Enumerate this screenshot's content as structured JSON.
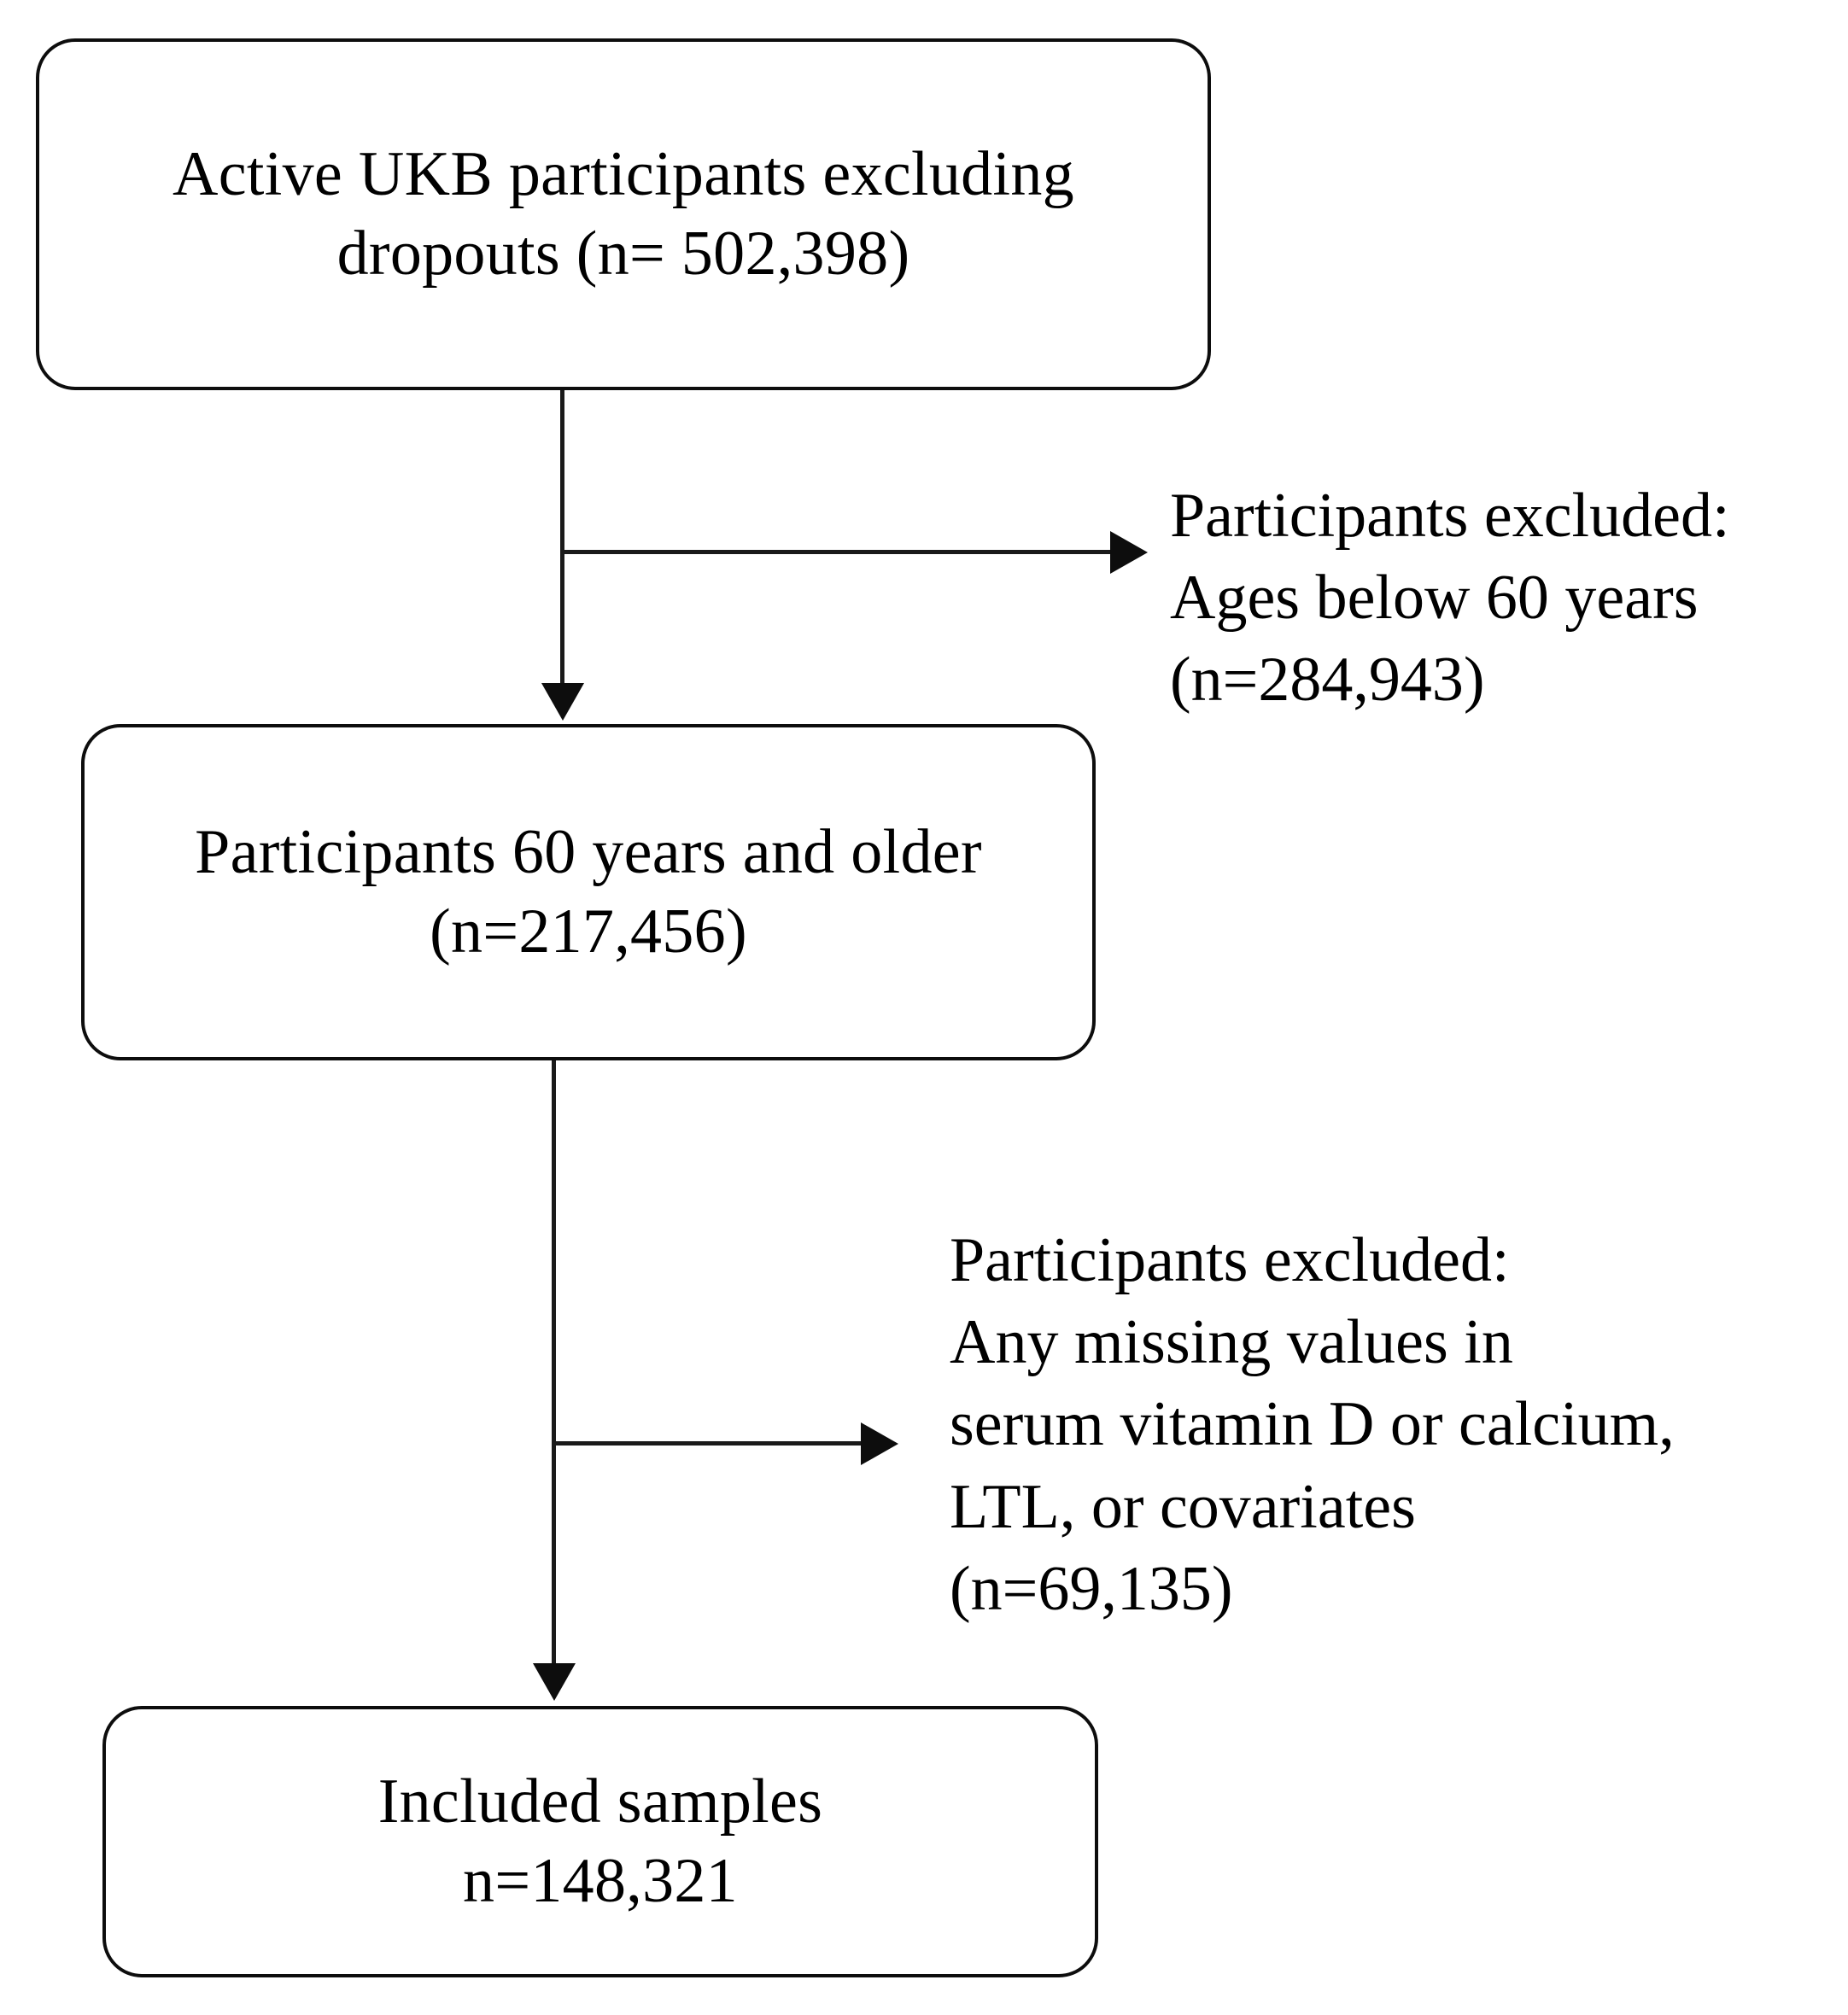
{
  "diagram": {
    "title": "UK Biobank participant selection flow diagram",
    "type": "flowchart",
    "accent_color": "#000000",
    "background_color": "#ffffff",
    "boxes": [
      {
        "id": "cohort",
        "lines": [
          "Active UKB participants excluding",
          "dropouts (n= 502,398)"
        ],
        "n": "502,398"
      },
      {
        "id": "elderly",
        "lines": [
          "Participants 60 years and older",
          "(n=217,456)"
        ],
        "n": "217,456"
      },
      {
        "id": "included",
        "lines": [
          "Included samples",
          "n=148,321"
        ],
        "n": "148,321"
      }
    ],
    "exclusions": [
      {
        "id": "age",
        "lines": [
          "Participants excluded:",
          "Ages below 60 years",
          "(n=284,943)"
        ],
        "n": "284,943"
      },
      {
        "id": "missing",
        "lines": [
          "Participants excluded:",
          "Any missing values in",
          "serum vitamin D or calcium,",
          "LTL, or covariates",
          "(n=69,135)"
        ],
        "n": "69,135"
      }
    ]
  }
}
